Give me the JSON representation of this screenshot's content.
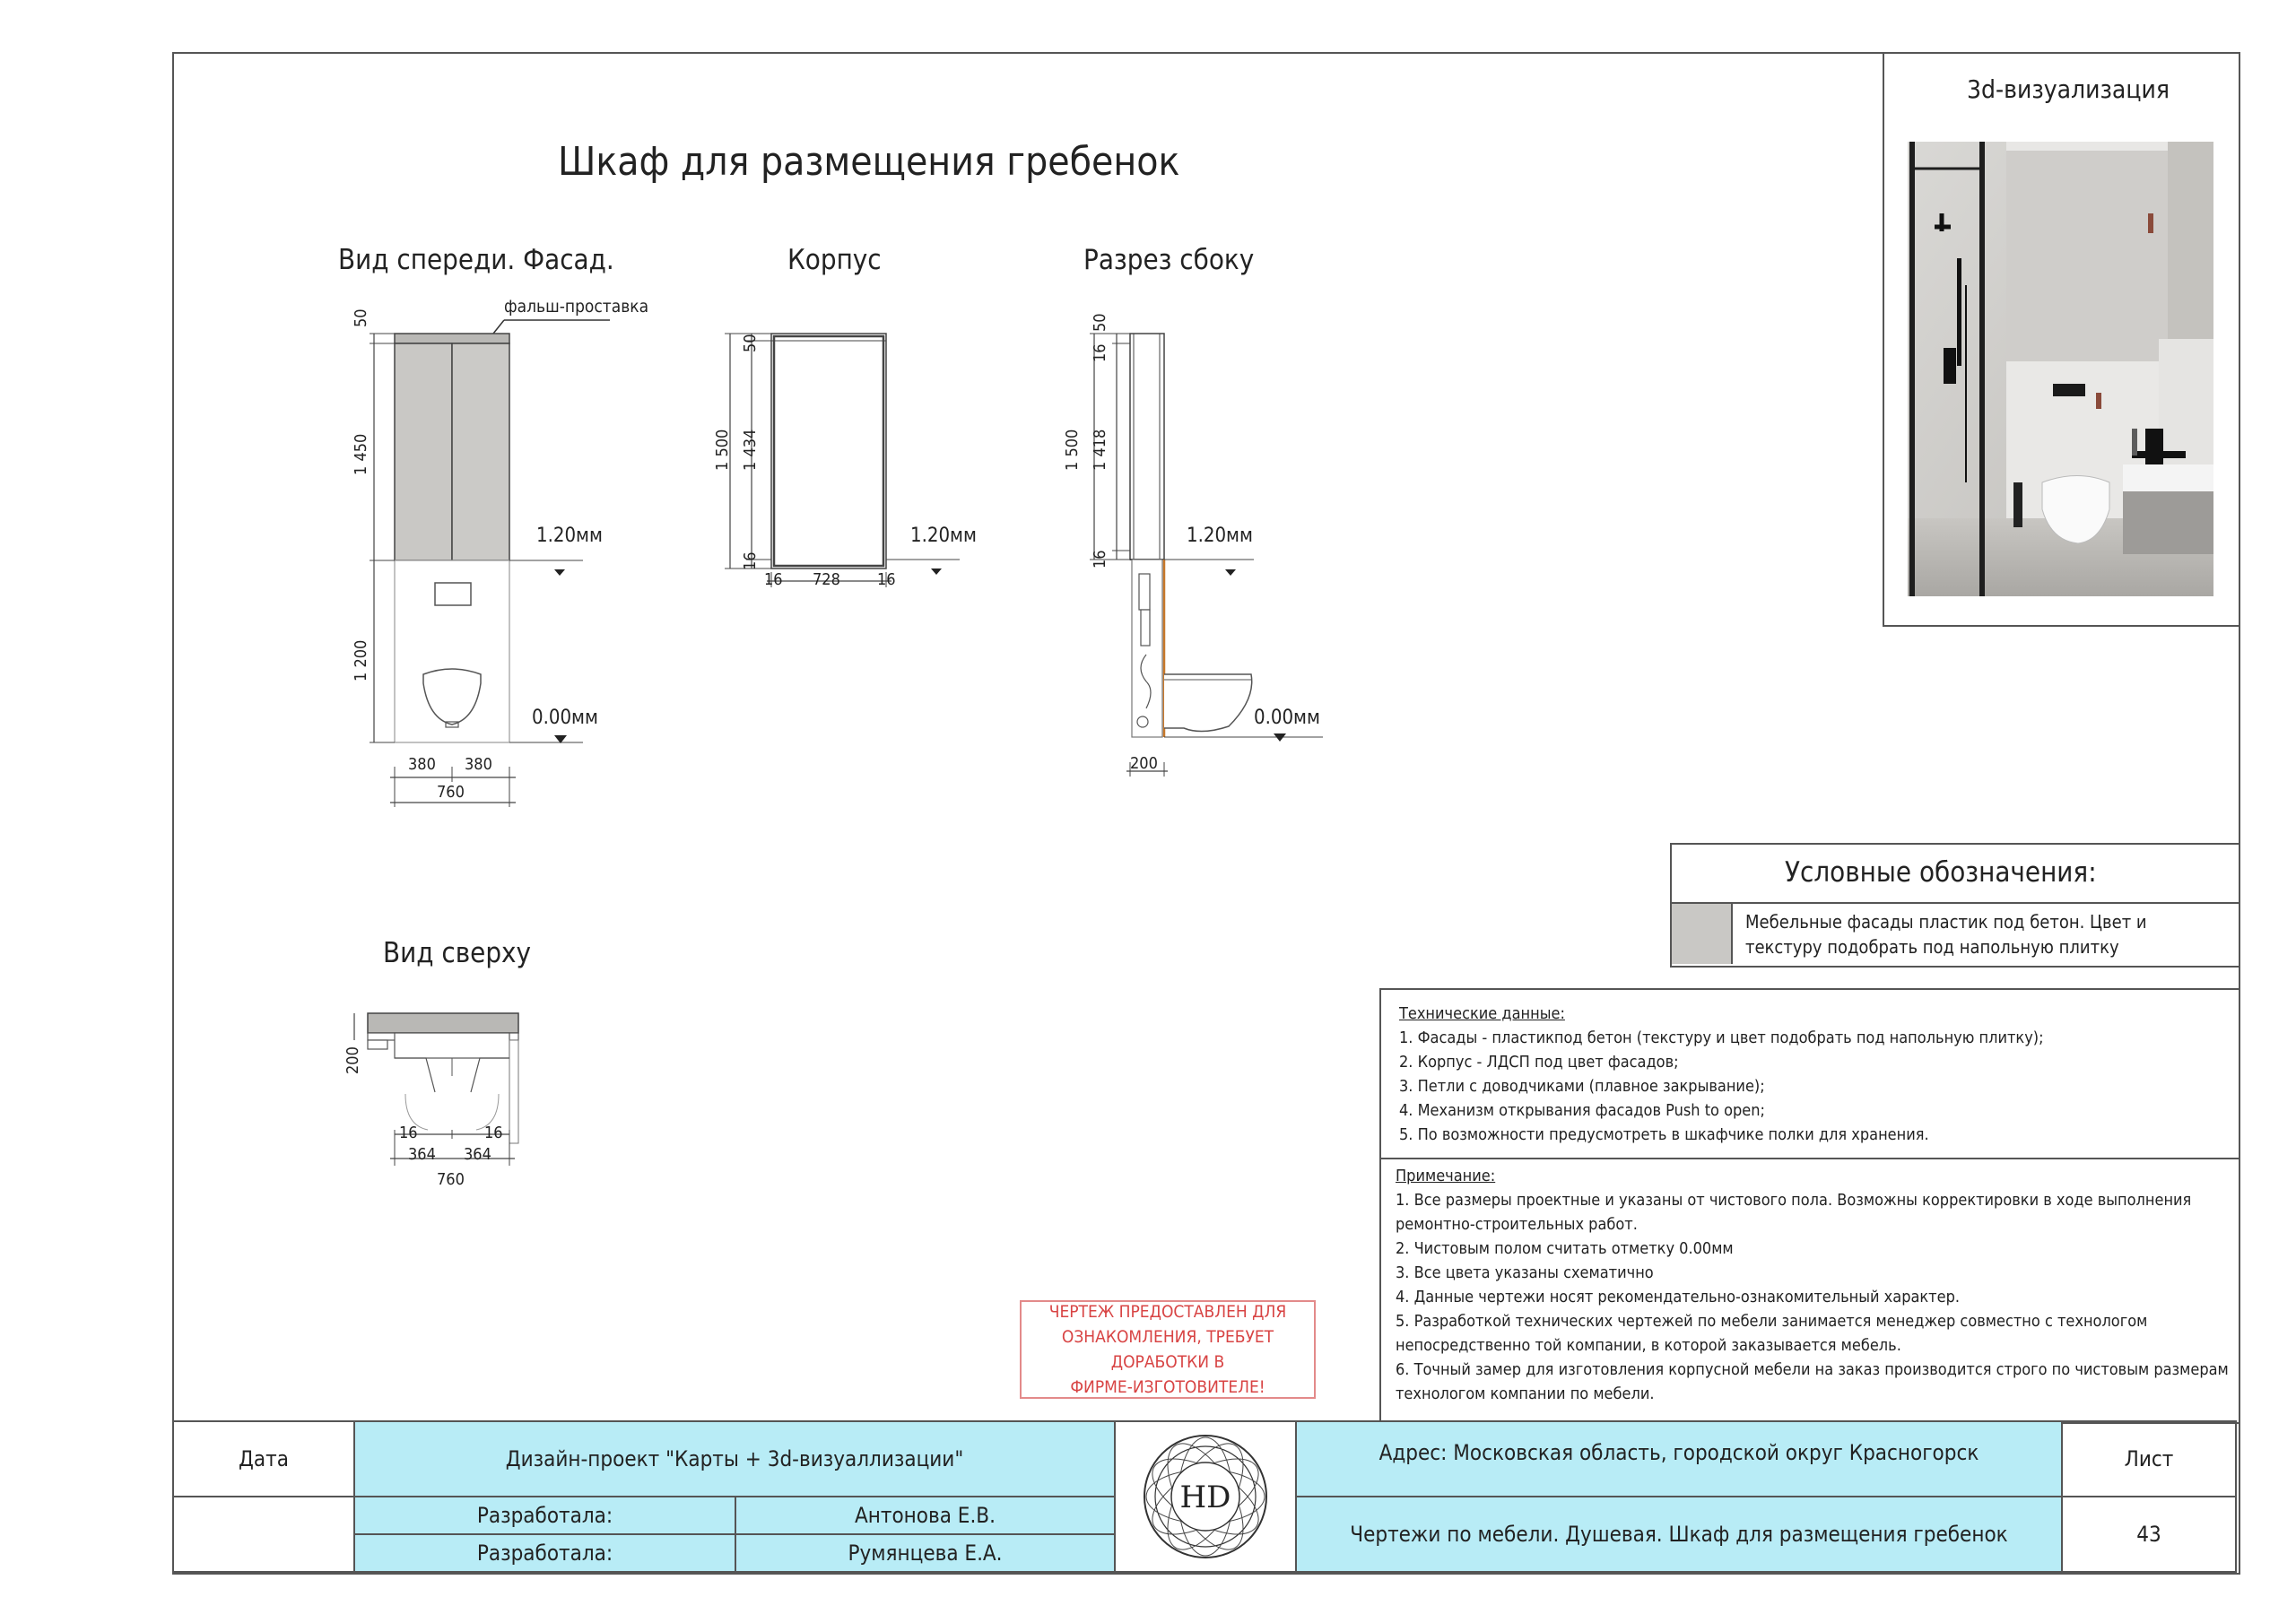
{
  "sheet": {
    "title": "Шкаф для размещения гребенок"
  },
  "views": {
    "front": {
      "title": "Вид спереди. Фасад.",
      "false_panel": "фальш-проставка",
      "dims_v": [
        "50",
        "1 450",
        "1 200"
      ],
      "dims_h": [
        "380",
        "380",
        "760"
      ],
      "level_top": "1.20мм",
      "level_bottom": "0.00мм"
    },
    "body": {
      "title": "Корпус",
      "dims_v": [
        "50",
        "1 500",
        "1 434",
        "16"
      ],
      "dims_h": [
        "16",
        "728",
        "16"
      ],
      "level": "1.20мм"
    },
    "section": {
      "title": "Разрез сбоку",
      "dims_v": [
        "50",
        "16",
        "1 500",
        "1 418",
        "16"
      ],
      "dims_h": [
        "200"
      ],
      "level_top": "1.20мм",
      "level_bottom": "0.00мм"
    },
    "top": {
      "title": "Вид сверху",
      "dims_v": [
        "200"
      ],
      "dims_h": [
        "16",
        "16",
        "364",
        "364",
        "760"
      ]
    }
  },
  "visualization": {
    "title": "3d-визуализация"
  },
  "legend": {
    "title": "Условные обозначения:",
    "items": [
      {
        "swatch_color": "#c9c8c5",
        "text": "Мебельные фасады пластик под бетон. Цвет и текстуру подобрать под напольную плитку"
      }
    ]
  },
  "tech": {
    "header": "Технические данные:",
    "lines": [
      "1. Фасады - пластикпод бетон (текстуру и цвет подобрать под напольную плитку);",
      "2. Корпус - ЛДСП под цвет фасадов;",
      "3. Петли с доводчиками (плавное закрывание);",
      "4. Механизм открывания фасадов Push to open;",
      "5. По возможности предусмотреть в шкафчике полки для хранения."
    ]
  },
  "note": {
    "header": "Примечание:",
    "lines": [
      "1. Все размеры проектные и указаны от чистового пола. Возможны корректировки в ходе выполнения",
      "ремонтно-строительных работ.",
      "2. Чистовым полом считать отметку 0.00мм",
      "3. Все цвета указаны схематично",
      "4. Данные чертежи носят рекомендательно-ознакомительный характер.",
      "5. Разработкой технических чертежей по мебели занимается менеджер совместно с технологом",
      "непосредственно той компании, в которой заказывается мебель.",
      "6. Точный замер для изготовления корпусной мебели на заказ производится строго по чистовым размерам",
      "технологом компании по мебели."
    ]
  },
  "stamp": {
    "lines": [
      "ЧЕРТЕЖ ПРЕДОСТАВЛЕН ДЛЯ",
      "ОЗНАКОМЛЕНИЯ, ТРЕБУЕТ ДОРАБОТКИ В",
      "ФИРМЕ-ИЗГОТОВИТЕЛЕ!"
    ]
  },
  "title_block": {
    "date_label": "Дата",
    "project": "Дизайн-проект \"Карты + 3d-визуаллизации\"",
    "dev_label_1": "Разработала:",
    "dev_name_1": "Антонова Е.В.",
    "dev_label_2": "Разработала:",
    "dev_name_2": "Румянцева Е.А.",
    "logo": "HD",
    "address": "Адрес: Московская область, городской округ Красногорск",
    "drawing": "Чертежи по мебели. Душевая. Шкаф для размещения гребенок",
    "sheet_label": "Лист",
    "sheet_number": "43"
  },
  "colors": {
    "title_block_blue": "#b8ecf6",
    "concrete": "#c9c8c5",
    "stamp_red": "#d84444"
  }
}
